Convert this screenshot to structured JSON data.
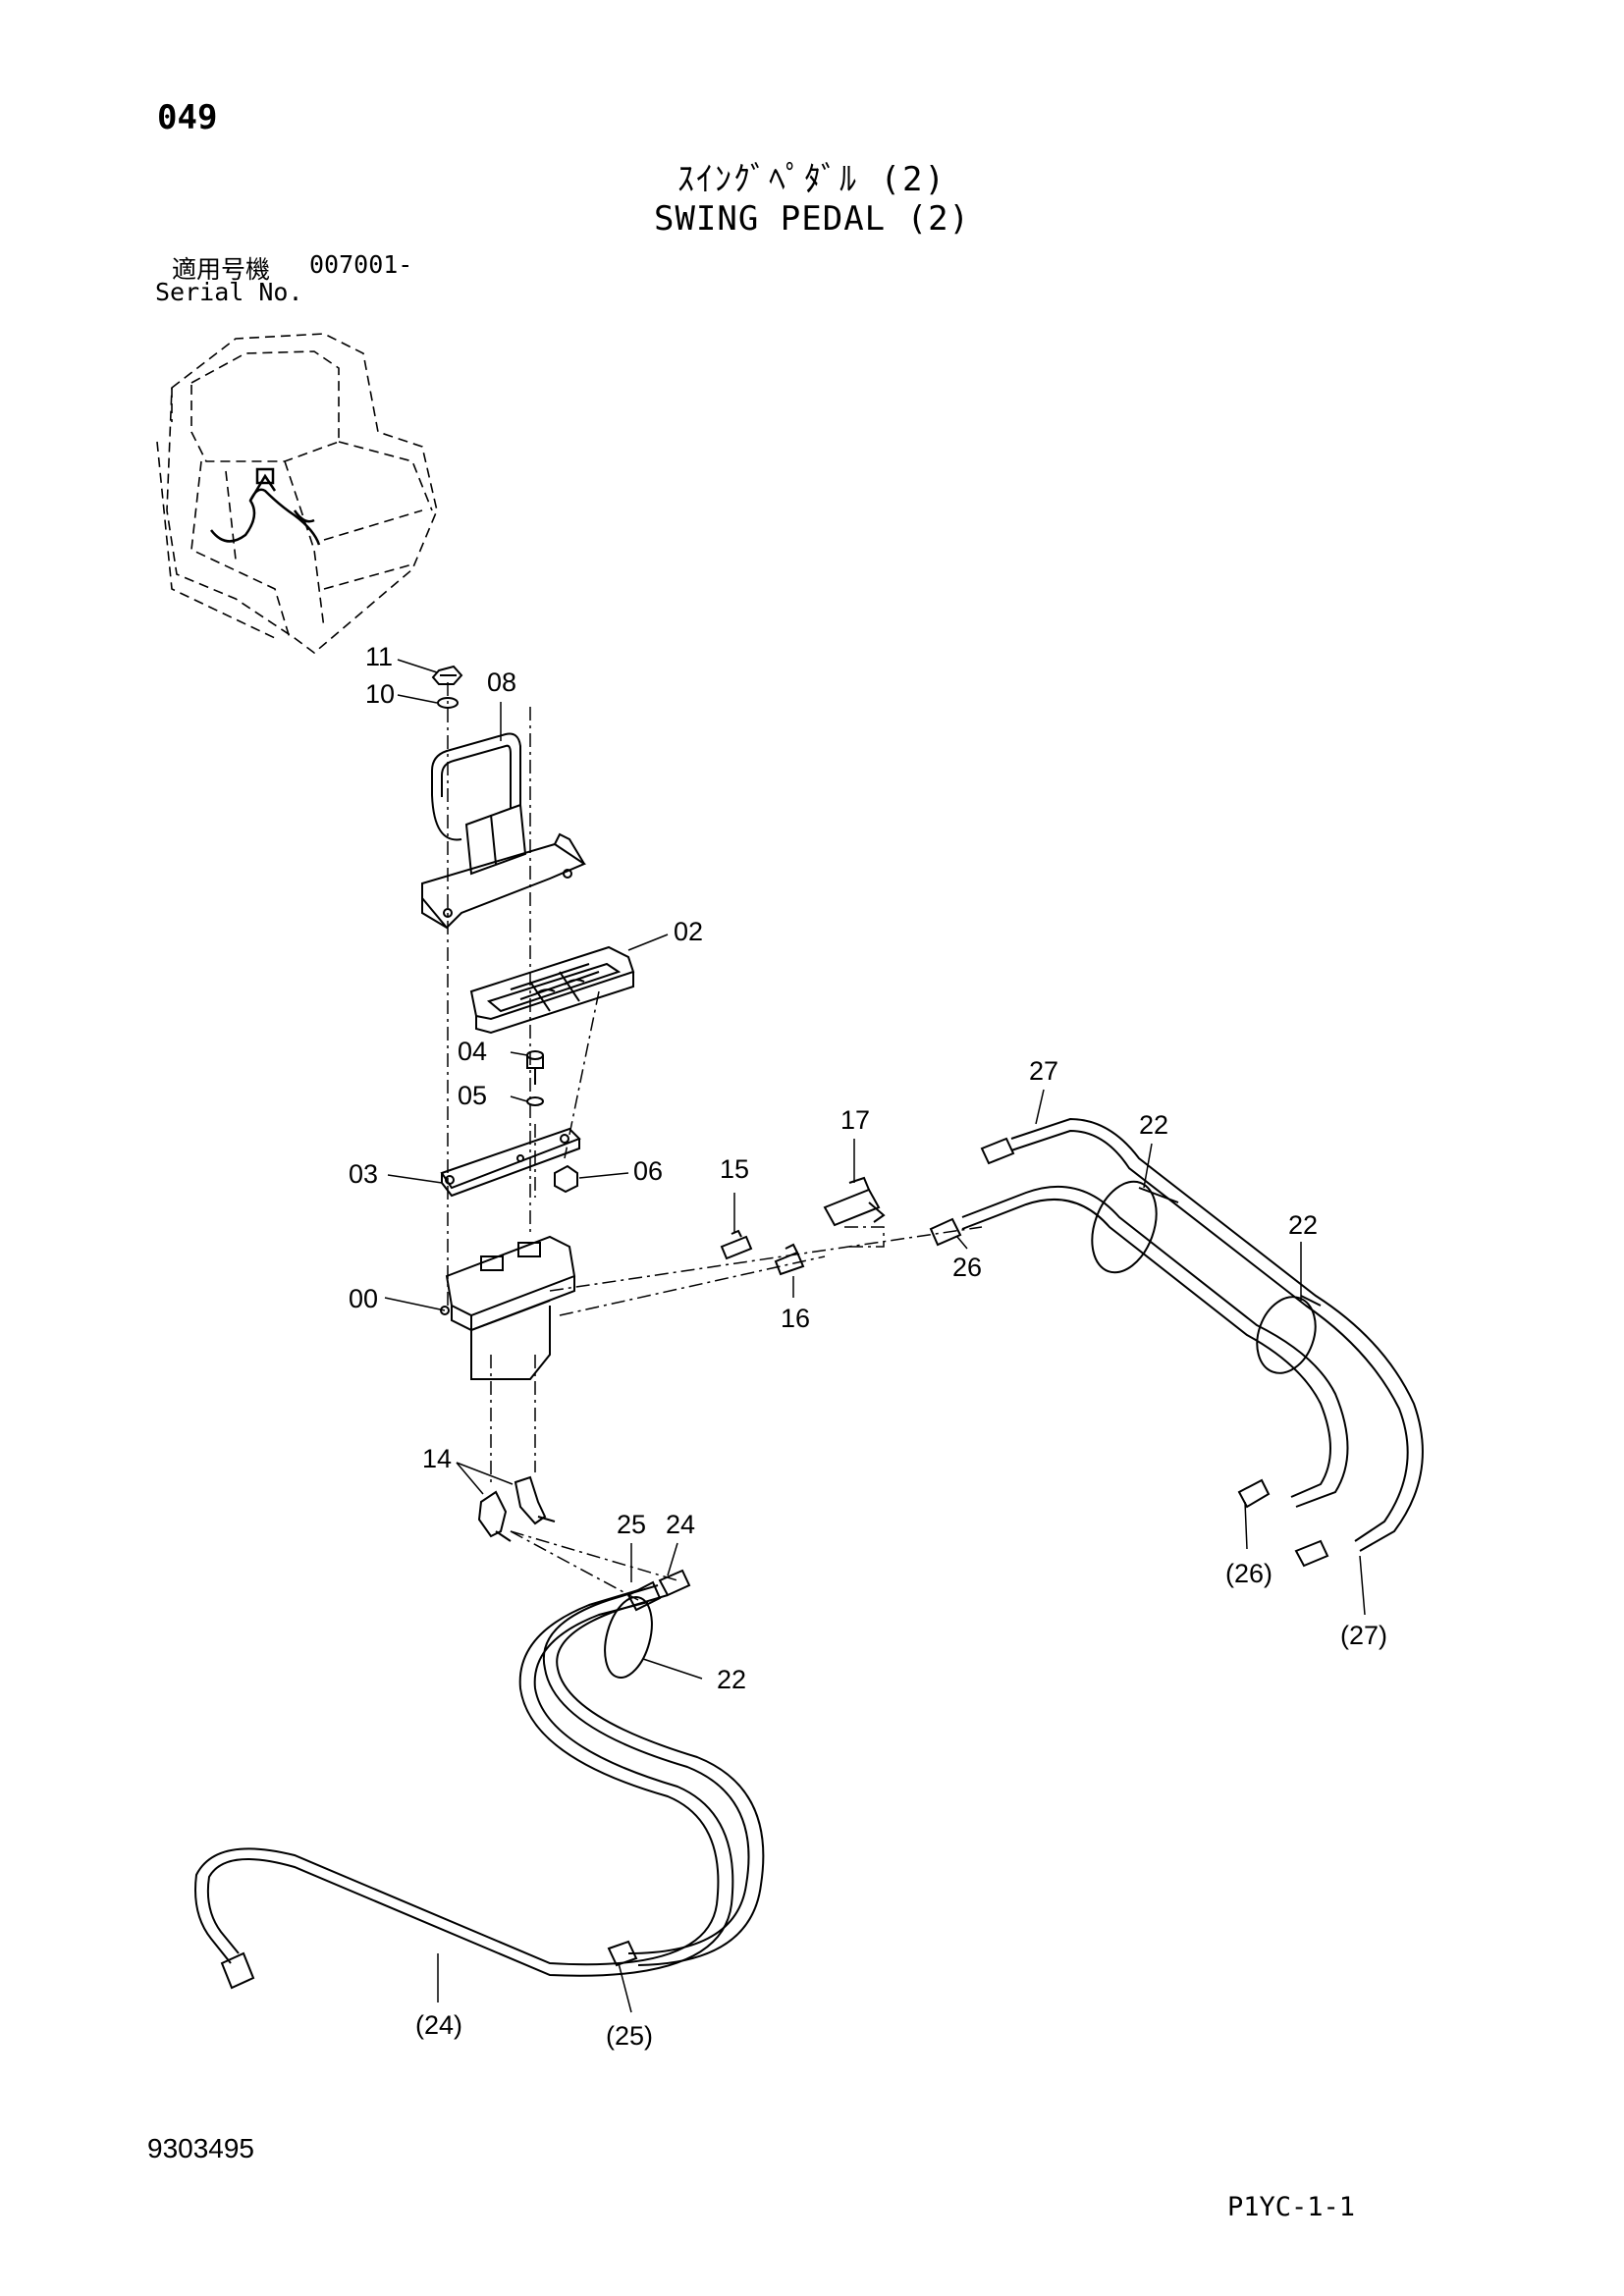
{
  "header": {
    "page_number": "049",
    "title_jp": "ｽｲﾝｸﾞﾍﾟﾀﾞﾙ (2)",
    "title_en": "SWING PEDAL (2)",
    "serial_label_jp": "適用号機",
    "serial_value": "007001-",
    "serial_label_en": "Serial No."
  },
  "callouts": {
    "c11": "11",
    "c10": "10",
    "c08": "08",
    "c02": "02",
    "c04": "04",
    "c05": "05",
    "c03": "03",
    "c06": "06",
    "c00": "00",
    "c15": "15",
    "c17": "17",
    "c16": "16",
    "c26": "26",
    "c27": "27",
    "c22a": "22",
    "c22b": "22",
    "c14": "14",
    "c25": "25",
    "c24": "24",
    "c22c": "22",
    "c26p": "(26)",
    "c27p": "(27)",
    "c24p": "(24)",
    "c25p": "(25)"
  },
  "footer": {
    "doc_code": "9303495",
    "sheet_code": "P1YC-1-1"
  }
}
